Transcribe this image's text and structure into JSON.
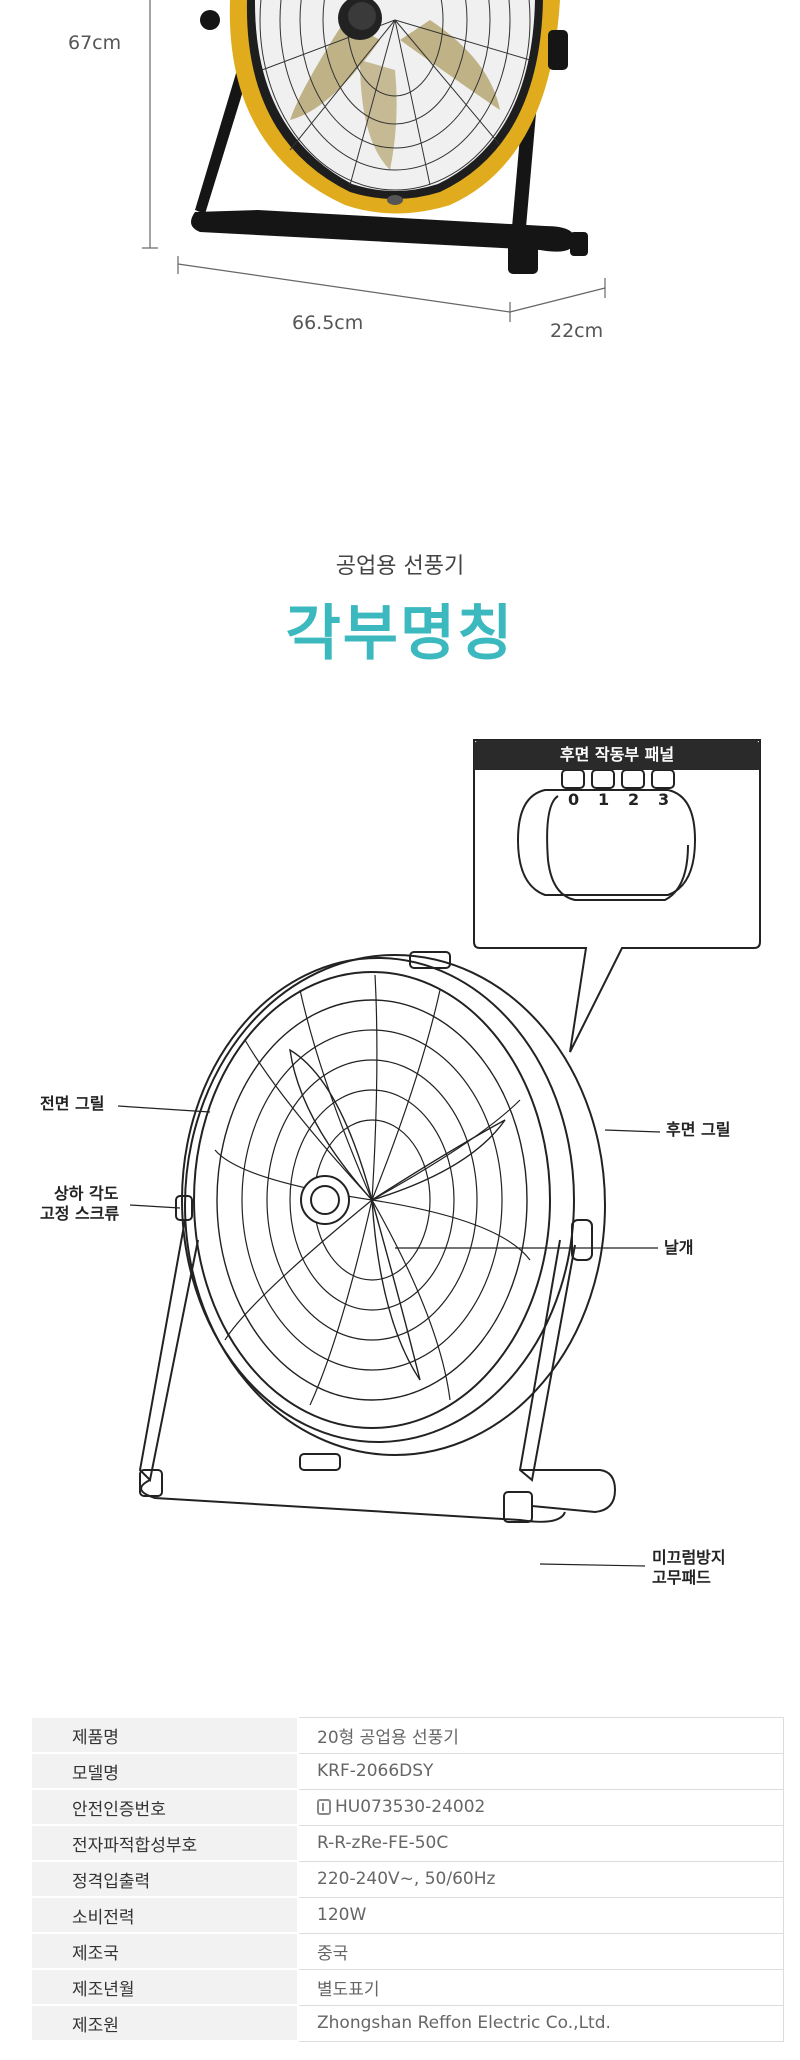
{
  "dimensions": {
    "height": "67cm",
    "width": "66.5cm",
    "depth": "22cm"
  },
  "parts_section": {
    "subtitle": "공업용 선풍기",
    "title": "각부명칭",
    "panel": {
      "title": "후면 작동부 패널",
      "knob_labels": [
        "0",
        "1",
        "2",
        "3"
      ]
    },
    "callouts": {
      "front_grill": "전면 그릴",
      "angle_screw_line1": "상하 각도",
      "angle_screw_line2": "고정 스크류",
      "rear_grill": "후면 그릴",
      "blade": "날개",
      "pad_line1": "미끄럼방지",
      "pad_line2": "고무패드"
    }
  },
  "specs": [
    {
      "label": "제품명",
      "value": "20형 공업용 선풍기"
    },
    {
      "label": "모델명",
      "value": "KRF-2066DSY"
    },
    {
      "label": "안전인증번호",
      "value": "HU073530-24002"
    },
    {
      "label": "전자파적합성부호",
      "value": "R-R-zRe-FE-50C"
    },
    {
      "label": "정격입출력",
      "value": "220-240V~, 50/60Hz"
    },
    {
      "label": "소비전력",
      "value": "120W"
    },
    {
      "label": "제조국",
      "value": "중국"
    },
    {
      "label": "제조년월",
      "value": "별도표기"
    },
    {
      "label": "제조원",
      "value": "Zhongshan Reffon Electric Co.,Ltd."
    }
  ],
  "colors": {
    "accent_teal": "#3cb8bf",
    "fan_yellow": "#e0ac1e",
    "panel_dark": "#2a2a2a"
  }
}
